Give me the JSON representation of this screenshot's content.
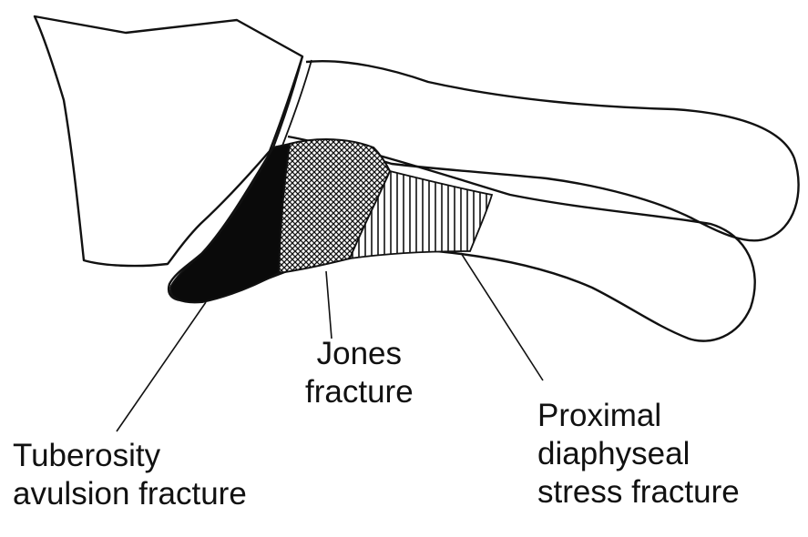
{
  "labels": {
    "jones": [
      "Jones",
      "fracture"
    ],
    "tuberosity": [
      "Tuberosity",
      "avulsion fracture"
    ],
    "proximal": [
      "Proximal",
      "diaphyseal",
      "stress fracture"
    ]
  },
  "colors": {
    "ink": "#111111",
    "background": "#ffffff",
    "tuberosity_fill": "#0a0a0a"
  }
}
